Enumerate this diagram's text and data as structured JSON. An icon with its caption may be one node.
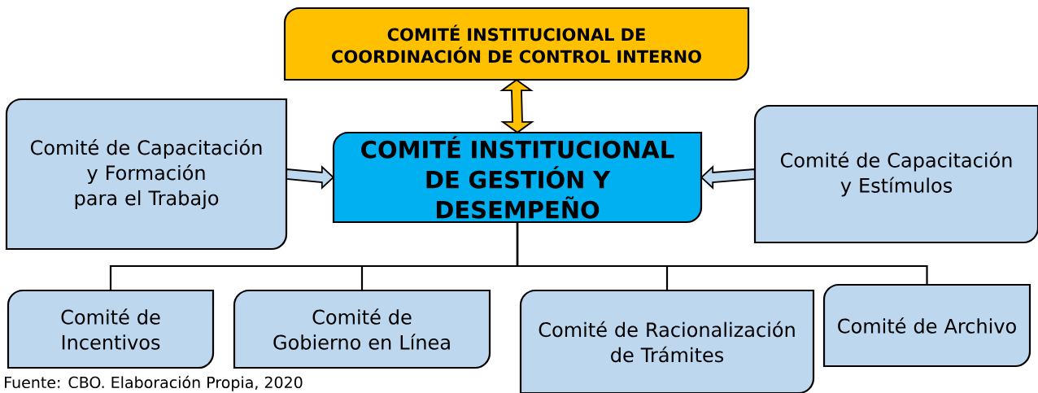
{
  "diagram": {
    "nodes": [
      {
        "text": [
          "COMITÉ INSTITUCIONAL DE COORDINACIÓN DE CONTROL INTERNO"
        ]
      },
      {
        "text": [
          "COMITÉ INSTITUCIONAL DE GESTIÓN Y DESEMPEÑO"
        ]
      },
      {
        "text": [
          "Comité de Capacitación y Formación para el Trabajo"
        ]
      },
      {
        "text": [
          "Comité de Capacitación y Estímulos"
        ]
      },
      {
        "text": [
          "Comité de Incentivos"
        ]
      },
      {
        "text": [
          "Comité de Gobierno en Línea"
        ]
      },
      {
        "text": [
          "Comité de Racionalización de Trámites"
        ]
      },
      {
        "text": [
          "Comité de Archivo"
        ]
      }
    ],
    "edges": [
      {
        "from": 0,
        "to": 1,
        "arrow": "both"
      },
      {
        "from": 2,
        "to": 1,
        "arrow": "to"
      },
      {
        "from": 3,
        "to": 1,
        "arrow": "to"
      },
      {
        "from": 1,
        "to": 4,
        "arrow": "none"
      },
      {
        "from": 1,
        "to": 5,
        "arrow": "none"
      },
      {
        "from": 1,
        "to": 6,
        "arrow": "none"
      },
      {
        "from": 1,
        "to": 7,
        "arrow": "none"
      }
    ],
    "labels": [
      "Fuente: CBO. Elaboración Propia, 2020"
    ]
  }
}
